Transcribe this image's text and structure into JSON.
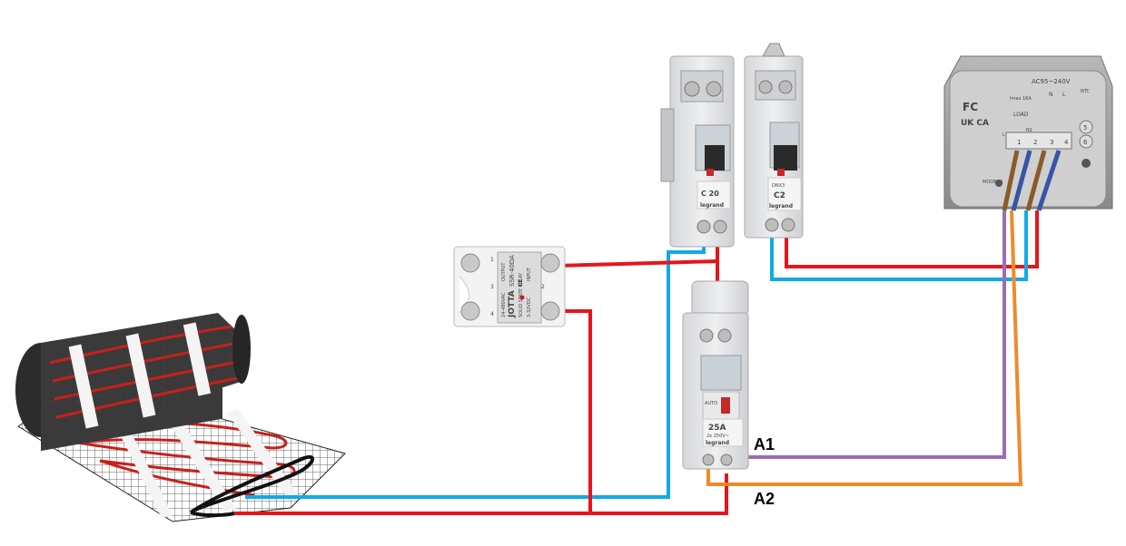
{
  "labels": {
    "a1": "A1",
    "a2": "A2"
  },
  "ssr": {
    "brand": "JOTTA",
    "model": "SSR-40DA",
    "subtitle": "SOLID STATE RELAY",
    "output_label": "OUTPUT",
    "output_rating": "24-480VAC",
    "input_label": "INPUT",
    "input_rating": "3-32VDC",
    "ce": "CE",
    "t1": "1",
    "t2": "2",
    "t3": "3",
    "t4": "4"
  },
  "breaker_20": {
    "rating": "C 20",
    "brand": "legrand"
  },
  "breaker_2": {
    "rating": "C2",
    "type_code": "DNX3",
    "brand": "legrand"
  },
  "contactor": {
    "rating": "25A",
    "sub": "2x 250V~",
    "mode": "AUTO",
    "brand": "legrand"
  },
  "thermostat": {
    "voltage": "AC95~240V",
    "imax": "Imax 16A",
    "load": "LOAD",
    "l1": "L1",
    "n1": "N1",
    "n": "N",
    "l": "L",
    "ntc": "NTC",
    "t1": "1",
    "t2": "2",
    "t3": "3",
    "t4": "4",
    "t5": "5",
    "t6": "6",
    "fc": "FC",
    "ukca": "UK CA",
    "modbus": "MODBUS"
  },
  "colors": {
    "live": "#e8141b",
    "neutral": "#13a9e6",
    "a1": "#9b6cb8",
    "a2": "#ef8a2a",
    "device_grey": "#e4e5e7",
    "mat_wire": "#c8201b"
  },
  "icons": [
    "screw-terminal-icon",
    "led-icon",
    "heating-mat-icon",
    "ce-mark-icon",
    "fc-mark-icon"
  ]
}
